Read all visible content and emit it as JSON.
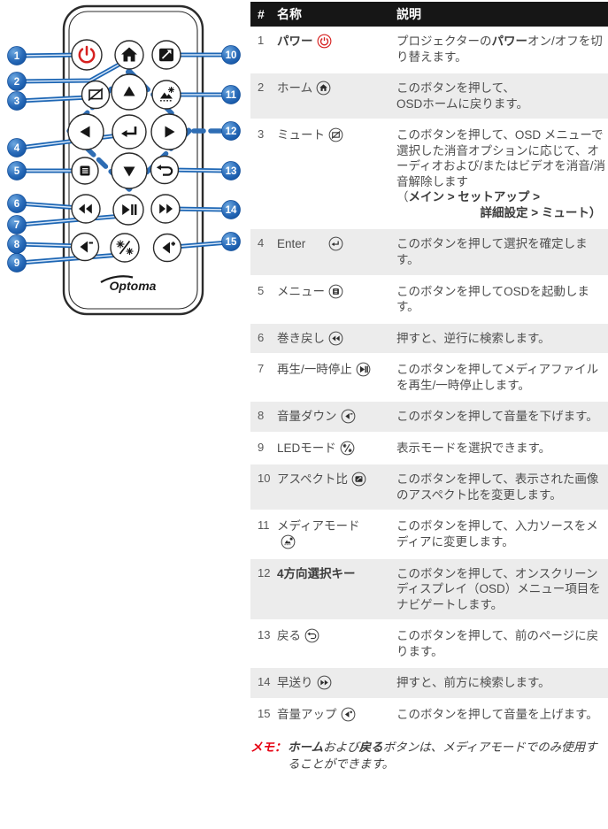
{
  "diagram": {
    "callouts": [
      "1",
      "2",
      "3",
      "4",
      "5",
      "6",
      "7",
      "8",
      "9",
      "10",
      "11",
      "12",
      "13",
      "14",
      "15"
    ],
    "brand": "Optoma",
    "buttons": [
      "power-button",
      "home-button",
      "aspect-ratio-button",
      "mute-button",
      "up-button",
      "media-mode-button",
      "left-button",
      "enter-button",
      "right-button",
      "menu-button",
      "down-button",
      "back-button",
      "rewind-button",
      "play-pause-button",
      "fast-forward-button",
      "volume-down-button",
      "led-mode-button",
      "volume-up-button"
    ]
  },
  "colors": {
    "callout_blue": "#1d66b4",
    "dash_blue": "#2e6db4",
    "power_red": "#d6201f",
    "header_bg": "#161616",
    "row_alt_bg": "#ececec",
    "note_red": "#e60012"
  },
  "table": {
    "headers": {
      "num": "#",
      "name": "名称",
      "desc": "説明"
    },
    "rows": [
      {
        "num": "1",
        "icon": "power-icon",
        "name": [
          {
            "t": "パワー",
            "b": 1
          }
        ],
        "desc": [
          {
            "t": "プロジェクターの"
          },
          {
            "t": "パワー",
            "b": 1
          },
          {
            "t": "オン/オフを切り替えます。"
          }
        ]
      },
      {
        "num": "2",
        "icon": "home-icon",
        "name": [
          {
            "t": "ホーム"
          }
        ],
        "desc": [
          {
            "t": "このボタンを押して、\nOSDホームに戻ります。"
          }
        ]
      },
      {
        "num": "3",
        "icon": "mute-icon",
        "name": [
          {
            "t": "ミュート"
          }
        ],
        "desc": [
          {
            "t": "このボタンを押して、OSD メニューで選択した消音オプションに応じて、オーディオおよび/またはビデオを消音/消音解除します\n（"
          },
          {
            "t": "メイン > セットアップ >",
            "b": 1
          },
          {
            "t": "\n　　　　　　　"
          },
          {
            "t": "詳細設定 > ミュート）",
            "b": 1
          }
        ]
      },
      {
        "num": "4",
        "icon": "enter-icon",
        "name": [
          {
            "t": "Enter"
          }
        ],
        "desc": [
          {
            "t": "このボタンを押して選択を確定します。"
          }
        ]
      },
      {
        "num": "5",
        "icon": "menu-icon",
        "name": [
          {
            "t": "メニュー"
          }
        ],
        "desc": [
          {
            "t": "このボタンを押してOSDを起動します。"
          }
        ]
      },
      {
        "num": "6",
        "icon": "rewind-icon",
        "name": [
          {
            "t": "巻き戻し"
          }
        ],
        "desc": [
          {
            "t": "押すと、逆行に検索します。"
          }
        ]
      },
      {
        "num": "7",
        "icon": "play-pause-icon",
        "name": [
          {
            "t": "再生/一時停止"
          }
        ],
        "desc": [
          {
            "t": "このボタンを押してメディアファイルを再生/一時停止します。"
          }
        ]
      },
      {
        "num": "8",
        "icon": "volume-down-icon",
        "name": [
          {
            "t": "音量ダウン"
          }
        ],
        "desc": [
          {
            "t": "このボタンを押して音量を下げます。"
          }
        ]
      },
      {
        "num": "9",
        "icon": "led-mode-icon",
        "name": [
          {
            "t": "LEDモード"
          }
        ],
        "desc": [
          {
            "t": "表示モードを選択できます。"
          }
        ]
      },
      {
        "num": "10",
        "icon": "aspect-ratio-icon",
        "name": [
          {
            "t": "アスペクト比"
          }
        ],
        "desc": [
          {
            "t": "このボタンを押して、表示された画像のアスペクト比を変更します。"
          }
        ]
      },
      {
        "num": "11",
        "icon": "media-mode-icon",
        "name": [
          {
            "t": "メディアモード"
          }
        ],
        "desc": [
          {
            "t": "このボタンを押して、入力ソースをメディアに変更します。"
          }
        ]
      },
      {
        "num": "12",
        "icon": null,
        "name": [
          {
            "t": "4方向選択キー",
            "b": 1
          }
        ],
        "desc": [
          {
            "t": "このボタンを押して、オンスクリーンディスプレイ（OSD）メニュー項目をナビゲートします。"
          }
        ]
      },
      {
        "num": "13",
        "icon": "back-icon",
        "name": [
          {
            "t": "戻る"
          }
        ],
        "desc": [
          {
            "t": "このボタンを押して、前のページに戻ります。"
          }
        ]
      },
      {
        "num": "14",
        "icon": "fast-forward-icon",
        "name": [
          {
            "t": "早送り"
          }
        ],
        "desc": [
          {
            "t": "押すと、前方に検索します。"
          }
        ]
      },
      {
        "num": "15",
        "icon": "volume-up-icon",
        "name": [
          {
            "t": "音量アップ"
          }
        ],
        "desc": [
          {
            "t": "このボタンを押して音量を上げます。"
          }
        ]
      }
    ]
  },
  "note": {
    "label": "メモ：",
    "segments": [
      {
        "t": "ホーム",
        "b": 1
      },
      {
        "t": "および"
      },
      {
        "t": "戻る",
        "b": 1
      },
      {
        "t": "ボタンは、メディアモードでのみ使用することができます。"
      }
    ]
  }
}
